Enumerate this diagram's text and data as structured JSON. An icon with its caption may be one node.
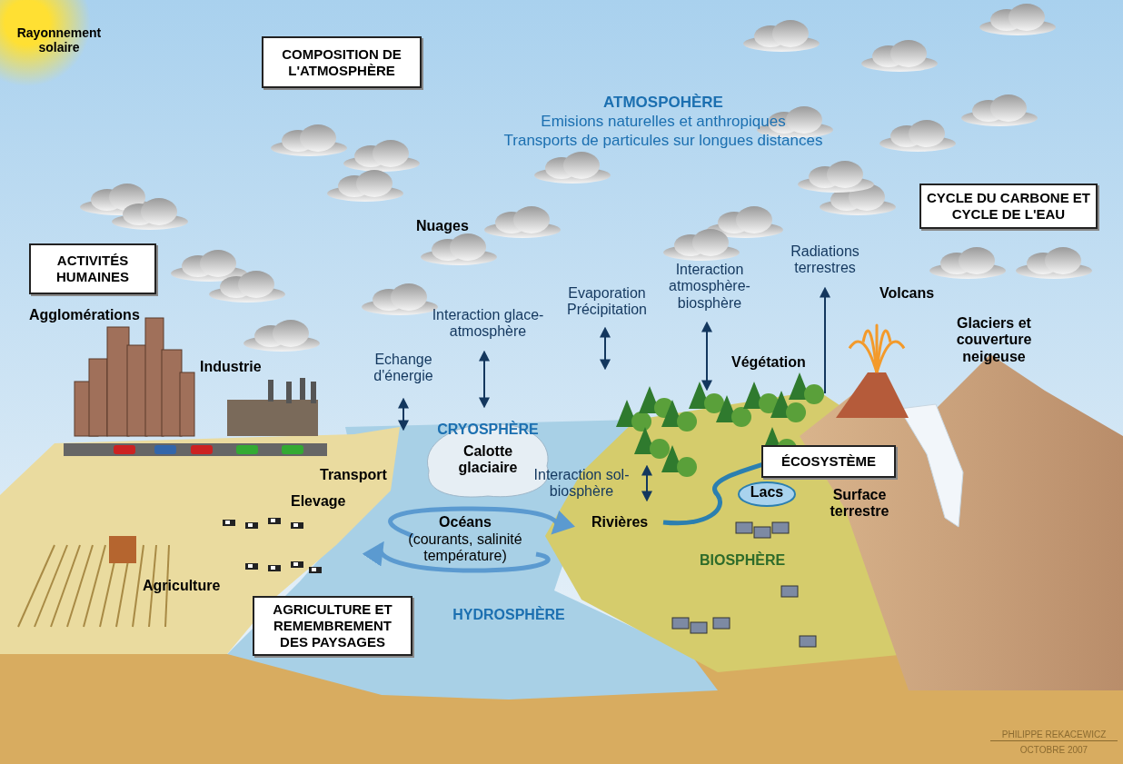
{
  "diagram": {
    "nodes": [
      {
        "text": [
          "COMPOSITION DE L'ATMOSPHÈRE"
        ]
      },
      {
        "text": [
          "CYCLE DU CARBONE ET CYCLE DE L'EAU"
        ]
      },
      {
        "text": [
          "ACTIVITÉS HUMAINES"
        ]
      },
      {
        "text": [
          "CRYOSPHÈRE",
          "Calotte glaciaire"
        ]
      },
      {
        "text": [
          "ÉCOSYSTÈME"
        ]
      },
      {
        "text": [
          "Lacs"
        ]
      },
      {
        "text": [
          "AGRICULTURE ET REMEMBREMENT DES PAYSAGES"
        ]
      }
    ],
    "labels": [
      "Rayonnement solaire",
      "ATMOSPOHÈRE",
      "Emisions naturelles et anthropiques",
      "Transports de particules sur longues distances",
      "Nuages",
      "Agglomérations",
      "Industrie",
      "Echange d'énergie",
      "Interaction glace-atmosphère",
      "Evaporation Précipitation",
      "Interaction atmosphère-biosphère",
      "Radiations terrestres",
      "Volcans",
      "Glaciers et couverture neigeuse",
      "Végétation",
      "Transport",
      "Elevage",
      "Interaction sol-biosphère",
      "Rivières",
      "Surface terrestre",
      "BIOSPHÈRE",
      "Océans",
      "(courants, salinité température)",
      "Agriculture",
      "HYDROSPHÈRE",
      "PHILIPPE REKACEWICZ",
      "OCTOBRE 2007"
    ]
  }
}
